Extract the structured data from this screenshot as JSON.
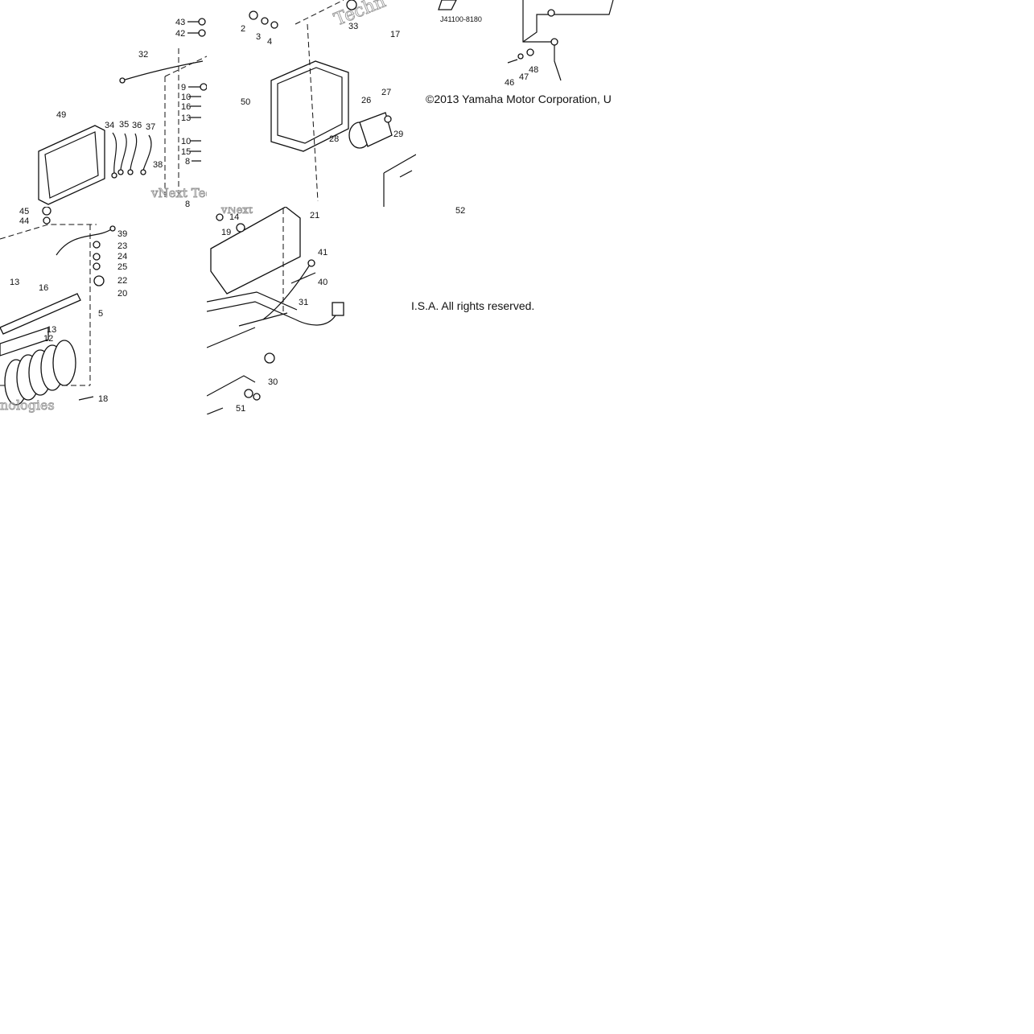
{
  "copyright": {
    "line1": "©2013 Yamaha Motor Corporation, U",
    "line2": "I.S.A. All rights reserved."
  },
  "catalog_code": "J41100-8180",
  "watermark": {
    "text1": "vNext Tec",
    "text2": "Techn",
    "text3": "vNext",
    "text4": "nologies"
  },
  "tiles": {
    "top_left": {
      "labels": [
        "43",
        "42",
        "32",
        "9",
        "10",
        "16",
        "13",
        "49",
        "34",
        "35",
        "36",
        "37",
        "10",
        "15",
        "8",
        "38",
        "8"
      ]
    },
    "top_mid": {
      "labels": [
        "2",
        "3",
        "4",
        "33",
        "50",
        "26",
        "27",
        "28",
        "29",
        "17"
      ]
    },
    "top_right": {
      "labels": [
        "46",
        "47",
        "48"
      ]
    },
    "bottom_left": {
      "labels": [
        "45",
        "44",
        "39",
        "23",
        "24",
        "25",
        "22",
        "20",
        "13",
        "16",
        "5",
        "13",
        "12",
        "18"
      ]
    },
    "bottom_mid": {
      "labels": [
        "14",
        "19",
        "21",
        "41",
        "40",
        "31",
        "30",
        "51",
        "52"
      ]
    }
  }
}
